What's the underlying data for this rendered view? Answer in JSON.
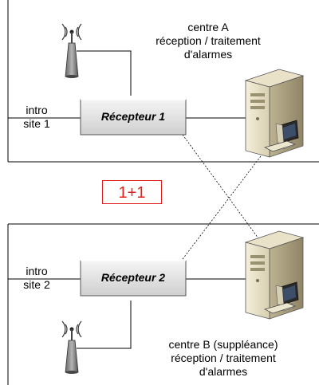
{
  "centre_a": {
    "line1": "centre A",
    "line2": "réception / traitement",
    "line3": "d'alarmes"
  },
  "centre_b": {
    "line1": "centre B (suppléance)",
    "line2": "réception / traitement",
    "line3": "d'alarmes"
  },
  "site_1": {
    "line1": "intro",
    "line2": "site 1"
  },
  "site_2": {
    "line1": "intro",
    "line2": "site 2"
  },
  "receiver_1": {
    "label": "Récepteur 1"
  },
  "receiver_2": {
    "label": "Récepteur 2"
  },
  "redundancy_badge": {
    "label": "1+1",
    "color": "#e02020"
  },
  "icons": {
    "antenna": "radio-antenna-icon",
    "server": "server-workstation-icon"
  }
}
